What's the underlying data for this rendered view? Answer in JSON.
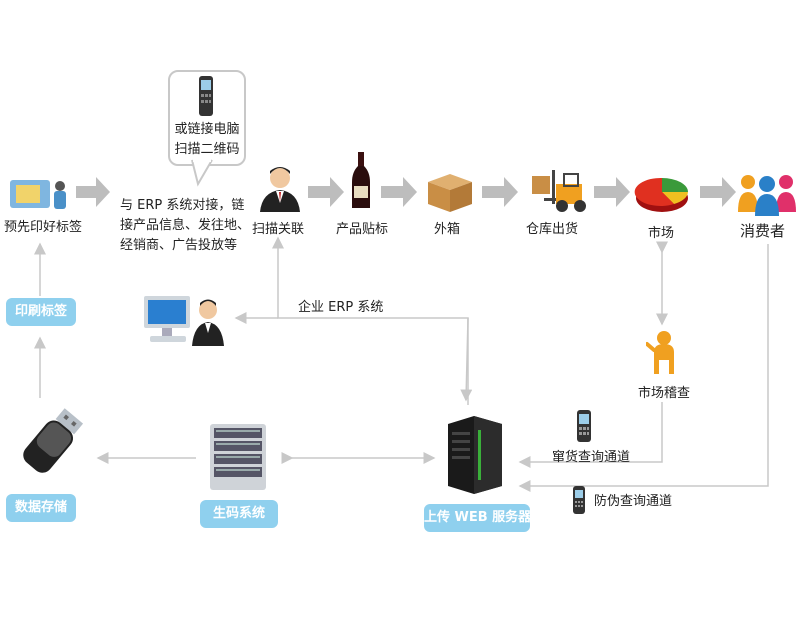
{
  "nodes": {
    "pre_print": "预先印好标签",
    "erp_desc_line1": "与 ERP 系统对接，链",
    "erp_desc_line2": "接产品信息、发往地、",
    "erp_desc_line3": "经销商、广告投放等",
    "bubble_line1": "或链接电脑",
    "bubble_line2": "扫描二维码",
    "scan_link": "扫描关联",
    "product_label": "产品贴标",
    "outer_box": "外箱",
    "warehouse_out": "仓库出货",
    "market": "市场",
    "consumer": "消费者",
    "enterprise_erp": "企业 ERP 系统",
    "market_inspection": "市场稽查",
    "anti_smuggle_channel": "窜货查询通道",
    "anti_fake_channel": "防伪查询通道"
  },
  "pills": {
    "print_label": "印刷标签",
    "data_storage": "数据存储",
    "code_system": "生码系统",
    "web_server": "上传 WEB 服务器"
  },
  "colors": {
    "pill_bg": "#8fd0ee",
    "arrow_gray": "#bdbdbd",
    "line_gray": "#c8c8c8"
  }
}
